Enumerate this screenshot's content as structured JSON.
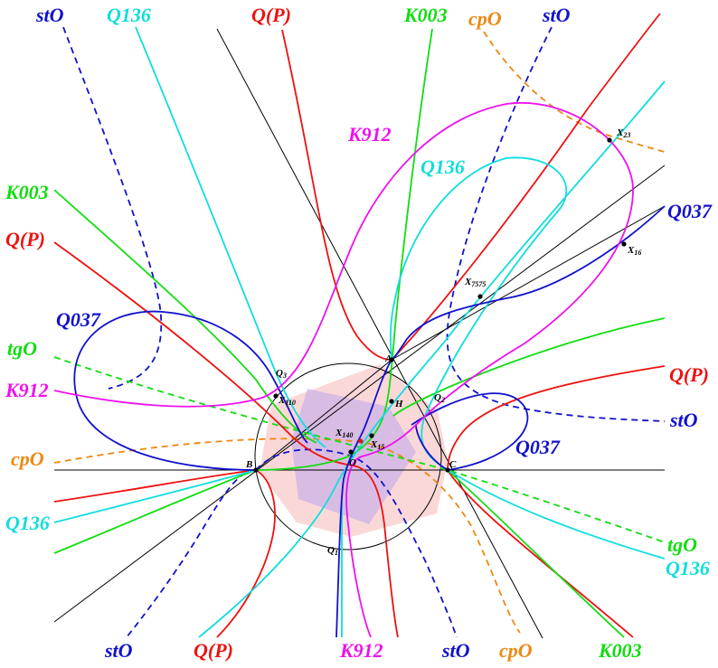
{
  "colors": {
    "Q_P": "#ee1111",
    "K003": "#11dd11",
    "Q136": "#11dddd",
    "Q037": "#1111cc",
    "K912": "#ee11ee",
    "stO": "#1111cc",
    "cpO": "#ee8811",
    "tgO": "#11dd11",
    "polygon1": "#f8b8b8",
    "polygon2": "#b8a0f0"
  },
  "curve_labels": {
    "stO_top_left": "stO",
    "Q136_top": "Q136",
    "QP_top": "Q(P)",
    "K003_top": "K003",
    "cpO_top": "cpO",
    "stO_top_right": "stO",
    "K912_top": "K912",
    "Q136_mid": "Q136",
    "K003_left": "K003",
    "QP_left": "Q(P)",
    "Q037_right_top": "Q037",
    "Q037_left": "Q037",
    "tgO_left": "tgO",
    "K912_left": "K912",
    "QP_right": "Q(P)",
    "stO_right": "stO",
    "Q037_right_mid": "Q037",
    "cpO_left": "cpO",
    "Q136_left": "Q136",
    "tgO_right": "tgO",
    "Q136_right": "Q136",
    "stO_bottom_left": "stO",
    "QP_bottom": "Q(P)",
    "K912_bottom": "K912",
    "stO_bottom_right": "stO",
    "cpO_bottom": "cpO",
    "K003_bottom": "K003"
  },
  "points": {
    "A": "A",
    "B": "B",
    "C": "C",
    "O": "O",
    "H": "H",
    "Q1": "Q",
    "Q1_sub": "1",
    "Q2": "Q",
    "Q2_sub": "2",
    "Q3": "Q",
    "Q3_sub": "3",
    "X23": "X",
    "X23_sub": "23",
    "X16": "X",
    "X16_sub": "16",
    "X7575": "X",
    "X7575_sub": "7575",
    "X110": "X",
    "X110_sub": "110",
    "X140": "X",
    "X140_sub": "140",
    "X15": "X",
    "X15_sub": "15"
  }
}
